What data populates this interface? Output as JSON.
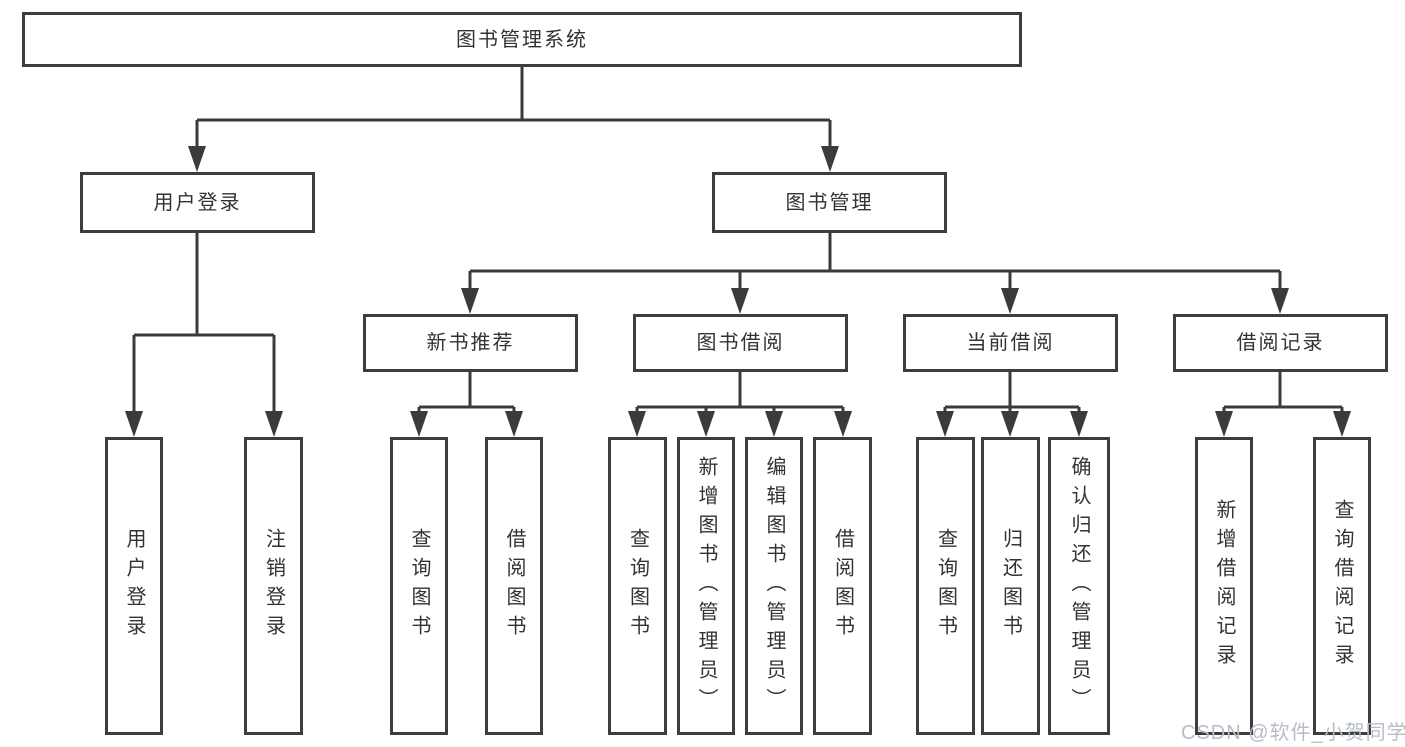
{
  "title": "图书管理系统",
  "colors": {
    "line": "#3b3b3b",
    "border": "#3d3d3d",
    "text": "#333333",
    "background": "#ffffff",
    "watermark": "#b7bdc7"
  },
  "tree": {
    "root": {
      "label": "图书管理系统"
    },
    "level2": [
      {
        "label": "用户登录",
        "children": [
          "用户登录",
          "注销登录"
        ]
      },
      {
        "label": "图书管理",
        "children": [
          {
            "label": "新书推荐",
            "children": [
              "查询图书",
              "借阅图书"
            ]
          },
          {
            "label": "图书借阅",
            "children": [
              "查询图书",
              "新增图书（管理员）",
              "编辑图书（管理员）",
              "借阅图书"
            ]
          },
          {
            "label": "当前借阅",
            "children": [
              "查询图书",
              "归还图书",
              "确认归还（管理员）"
            ]
          },
          {
            "label": "借阅记录",
            "children": [
              "新增借阅记录",
              "查询借阅记录"
            ]
          }
        ]
      }
    ]
  },
  "watermark": "CSDN @软件_小贺同学"
}
